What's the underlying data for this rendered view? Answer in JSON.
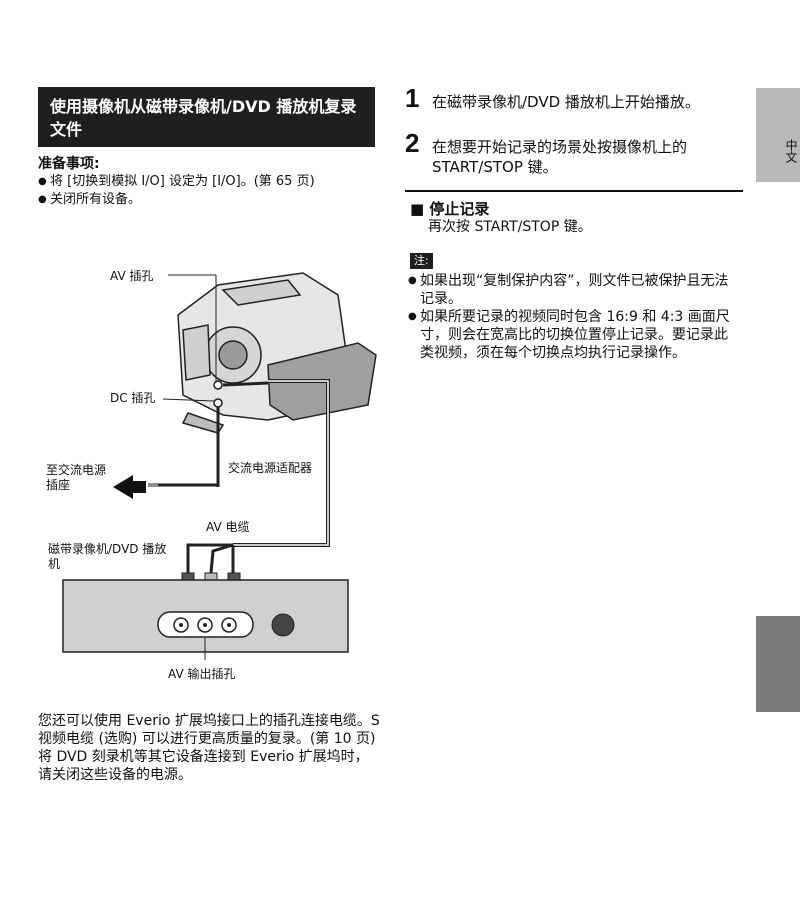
{
  "left": {
    "section_title": "使用摄像机从磁带录像机/DVD 播放机复录文件",
    "prep_title": "准备事项:",
    "prep_items": [
      "将 [切换到模拟 I/O] 设定为 [I/O]。(第 65 页)",
      "关闭所有设备。"
    ],
    "extra_text": "您还可以使用 Everio 扩展坞接口上的插孔连接电缆。S 视频电缆 (选购) 可以进行更高质量的复录。(第 10 页) 将 DVD 刻录机等其它设备连接到 Everio 扩展坞时，请关闭这些设备的电源。"
  },
  "diagram": {
    "av_jack": "AV 插孔",
    "dc_jack": "DC 插孔",
    "to_ac_outlet": "至交流电源插座",
    "ac_adapter": "交流电源适配器",
    "av_cable": "AV 电缆",
    "vcr_dvd_player": "磁带录像机/DVD 播放机",
    "av_out_jacks": "AV 输出插孔"
  },
  "right": {
    "steps": [
      {
        "num": "1",
        "text": "在磁带录像机/DVD 播放机上开始播放。"
      },
      {
        "num": "2",
        "text": "在想要开始记录的场景处按摄像机上的 START/STOP 键。"
      }
    ],
    "stop_title": "停止记录",
    "stop_text": "再次按 START/STOP 键。",
    "note_label": "注:",
    "notes": [
      "如果出现“复制保护内容”，则文件已被保护且无法记录。",
      "如果所要记录的视频同时包含 16:9 和 4:3 画面尺寸，则会在宽高比的切换位置停止记录。要记录此类视频，须在每个切换点均执行记录操作。"
    ]
  },
  "tab": {
    "language": "中文"
  }
}
